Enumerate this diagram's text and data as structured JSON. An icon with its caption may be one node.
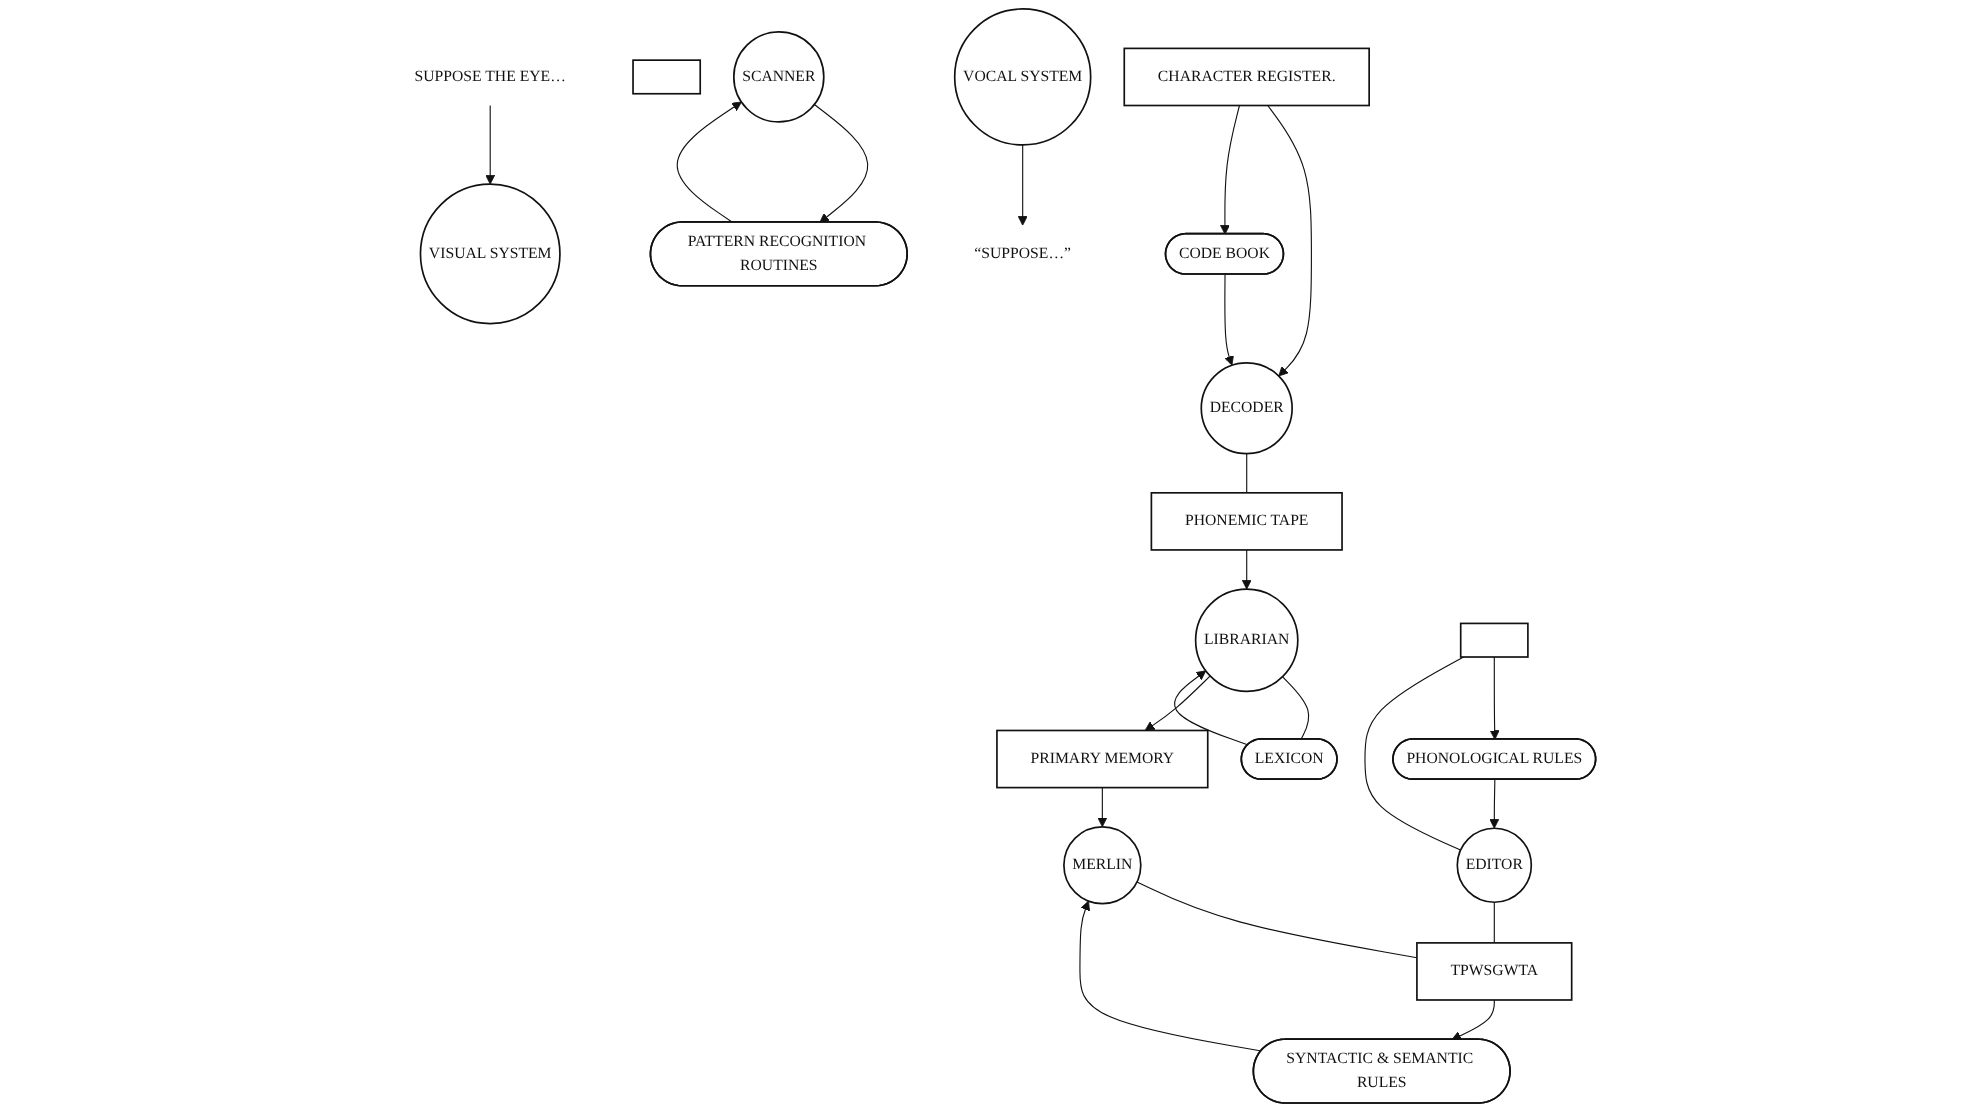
{
  "diagram": {
    "nodes": [
      {
        "text": [
          "SUPPOSE THE EYE…"
        ]
      },
      {
        "text": [
          "VISUAL SYSTEM"
        ]
      },
      {
        "text": [],
        "shape": "box"
      },
      {
        "text": [
          "SCANNER"
        ]
      },
      {
        "text": [
          "PATTERN RECOGNITION ROUTINES"
        ]
      },
      {
        "text": [
          "CHARACTER REGISTER."
        ]
      },
      {
        "text": [
          "DECODER"
        ]
      },
      {
        "text": [
          "CODE BOOK"
        ]
      },
      {
        "text": [
          "PHONEMIC TAPE"
        ]
      },
      {
        "text": [
          "LIBRARIAN"
        ]
      },
      {
        "text": [
          "LEXICON"
        ]
      },
      {
        "text": [
          "“SUPPOSE…”"
        ]
      },
      {
        "text": [
          "VOCAL SYSTEM"
        ]
      },
      {
        "text": [],
        "shape": "box"
      },
      {
        "text": [
          "EDITOR"
        ]
      },
      {
        "text": [
          "PHONOLOGICAL RULES"
        ]
      },
      {
        "text": [
          "TPWSGWTA"
        ]
      },
      {
        "text": [
          "MERLIN"
        ]
      },
      {
        "text": [
          "SYNTACTIC & SEMANTIC RULES"
        ]
      },
      {
        "text": [
          "PRIMARY MEMORY"
        ]
      }
    ],
    "edges": [
      {
        "from": 0,
        "to": 1,
        "arrow": "to"
      },
      {
        "from": 3,
        "to": 4,
        "arrow": "to"
      },
      {
        "from": 4,
        "to": 3,
        "arrow": "to"
      },
      {
        "from": 5,
        "to": 6,
        "arrow": "to"
      },
      {
        "from": 5,
        "to": 7,
        "arrow": "to"
      },
      {
        "from": 7,
        "to": 6,
        "arrow": "to"
      },
      {
        "from": 6,
        "to": 8,
        "arrow": "none"
      },
      {
        "from": 8,
        "to": 9,
        "arrow": "to"
      },
      {
        "from": 10,
        "to": 9,
        "arrow": "to"
      },
      {
        "from": 9,
        "to": 10,
        "arrow": "none"
      },
      {
        "from": 9,
        "to": 19,
        "arrow": "to"
      },
      {
        "from": 19,
        "to": 17,
        "arrow": "to"
      },
      {
        "from": 17,
        "to": 16,
        "arrow": "none"
      },
      {
        "from": 16,
        "to": 18,
        "arrow": "to"
      },
      {
        "from": 18,
        "to": 17,
        "arrow": "to"
      },
      {
        "from": 14,
        "to": 16,
        "arrow": "none"
      },
      {
        "from": 13,
        "to": 15,
        "arrow": "to"
      },
      {
        "from": 15,
        "to": 14,
        "arrow": "to"
      },
      {
        "from": 14,
        "to": 13,
        "arrow": "none"
      },
      {
        "from": 12,
        "to": 11,
        "arrow": "to"
      }
    ]
  }
}
